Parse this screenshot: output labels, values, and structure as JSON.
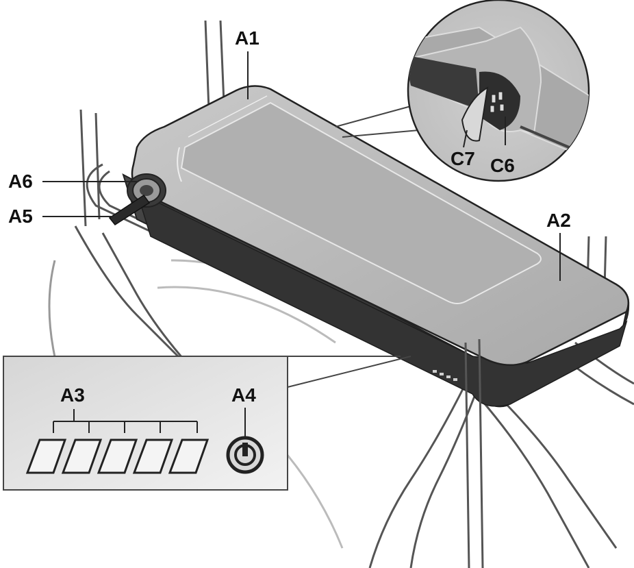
{
  "labels": {
    "a1": "A1",
    "a2": "A2",
    "a3": "A3",
    "a4": "A4",
    "a5": "A5",
    "a6": "A6",
    "c6": "C6",
    "c7": "C7"
  },
  "colors": {
    "battery_top": "#b8b8b8",
    "battery_side": "#3a3a3a",
    "frame_stroke": "#4a4a4a",
    "panel_bg": "#e4e4e4",
    "outline": "#222222"
  },
  "icons": {
    "power": "power-button-icon",
    "charge_led": "charge-level-led-icon"
  }
}
